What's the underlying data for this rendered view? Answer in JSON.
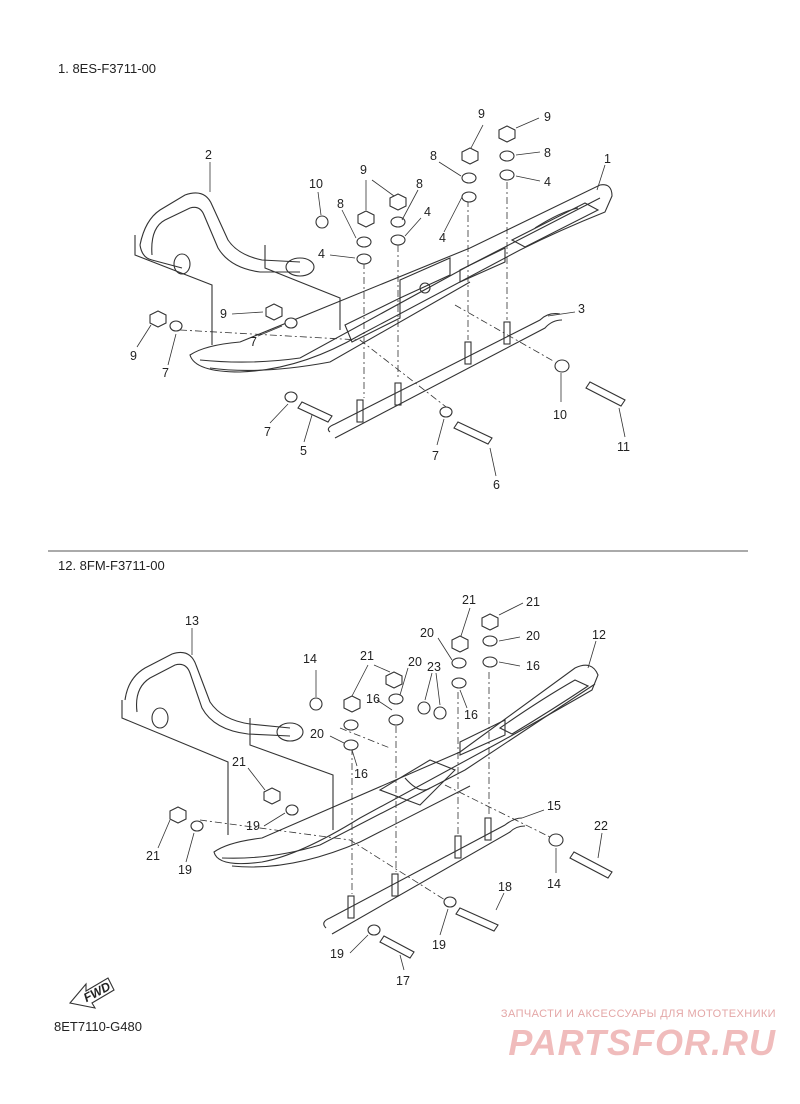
{
  "sections": [
    {
      "title": "1. 8ES-F3711-00"
    },
    {
      "title": "12. 8FM-F3711-00"
    }
  ],
  "footer_code": "8ET7110-G480",
  "fwd_label": "FWD",
  "watermark": {
    "tagline": "ЗАПЧАСТИ И АКСЕССУАРЫ ДЛЯ МОТОТЕХНИКИ",
    "logo": "PARTSFOR.RU"
  },
  "callouts_top": [
    "1",
    "2",
    "3",
    "4",
    "4",
    "4",
    "4",
    "5",
    "6",
    "7",
    "7",
    "7",
    "7",
    "8",
    "8",
    "8",
    "8",
    "9",
    "9",
    "9",
    "9",
    "9",
    "10",
    "10",
    "11"
  ],
  "callouts_bottom": [
    "12",
    "13",
    "14",
    "14",
    "15",
    "16",
    "16",
    "16",
    "16",
    "17",
    "18",
    "19",
    "19",
    "19",
    "19",
    "20",
    "20",
    "20",
    "20",
    "21",
    "21",
    "21",
    "21",
    "21",
    "22",
    "23"
  ],
  "colors": {
    "line": "#333333",
    "background": "#ffffff",
    "watermark": "#f0bcbc"
  }
}
